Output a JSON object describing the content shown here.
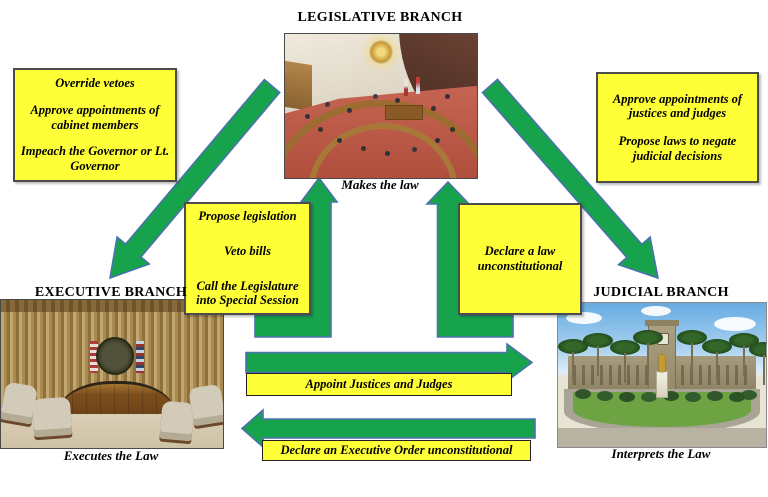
{
  "theme": {
    "arrow_fill": "#17a34b",
    "arrow_stroke": "#4a71ae",
    "box_fill": "#ffff38",
    "box_border": "#4c4c4c",
    "text_color": "#000000",
    "background": "#ffffff"
  },
  "branches": {
    "legislative": {
      "title": "LEGISLATIVE BRANCH",
      "caption": "Makes the law"
    },
    "executive": {
      "title": "EXECUTIVE BRANCH",
      "caption": "Executes the Law"
    },
    "judicial": {
      "title": "JUDICIAL BRANCH",
      "caption": "Interprets the Law"
    }
  },
  "check_boxes": {
    "legislature_over_executive": {
      "lines": [
        "Override vetoes",
        "Approve appointments of cabinet members",
        "Impeach the Governor or Lt. Governor"
      ]
    },
    "legislature_over_judiciary": {
      "lines": [
        "Approve appointments of justices and judges",
        "Propose laws to negate judicial decisions"
      ]
    },
    "executive_over_legislature": {
      "lines": [
        "Propose legislation",
        "Veto bills",
        "Call the Legislature into Special Session"
      ]
    },
    "judiciary_over_legislature": {
      "lines": [
        "Declare a law unconstitutional"
      ]
    },
    "executive_over_judiciary": {
      "label": "Appoint Justices and Judges"
    },
    "judiciary_over_executive": {
      "label": "Declare an Executive Order unconstitutional"
    }
  }
}
